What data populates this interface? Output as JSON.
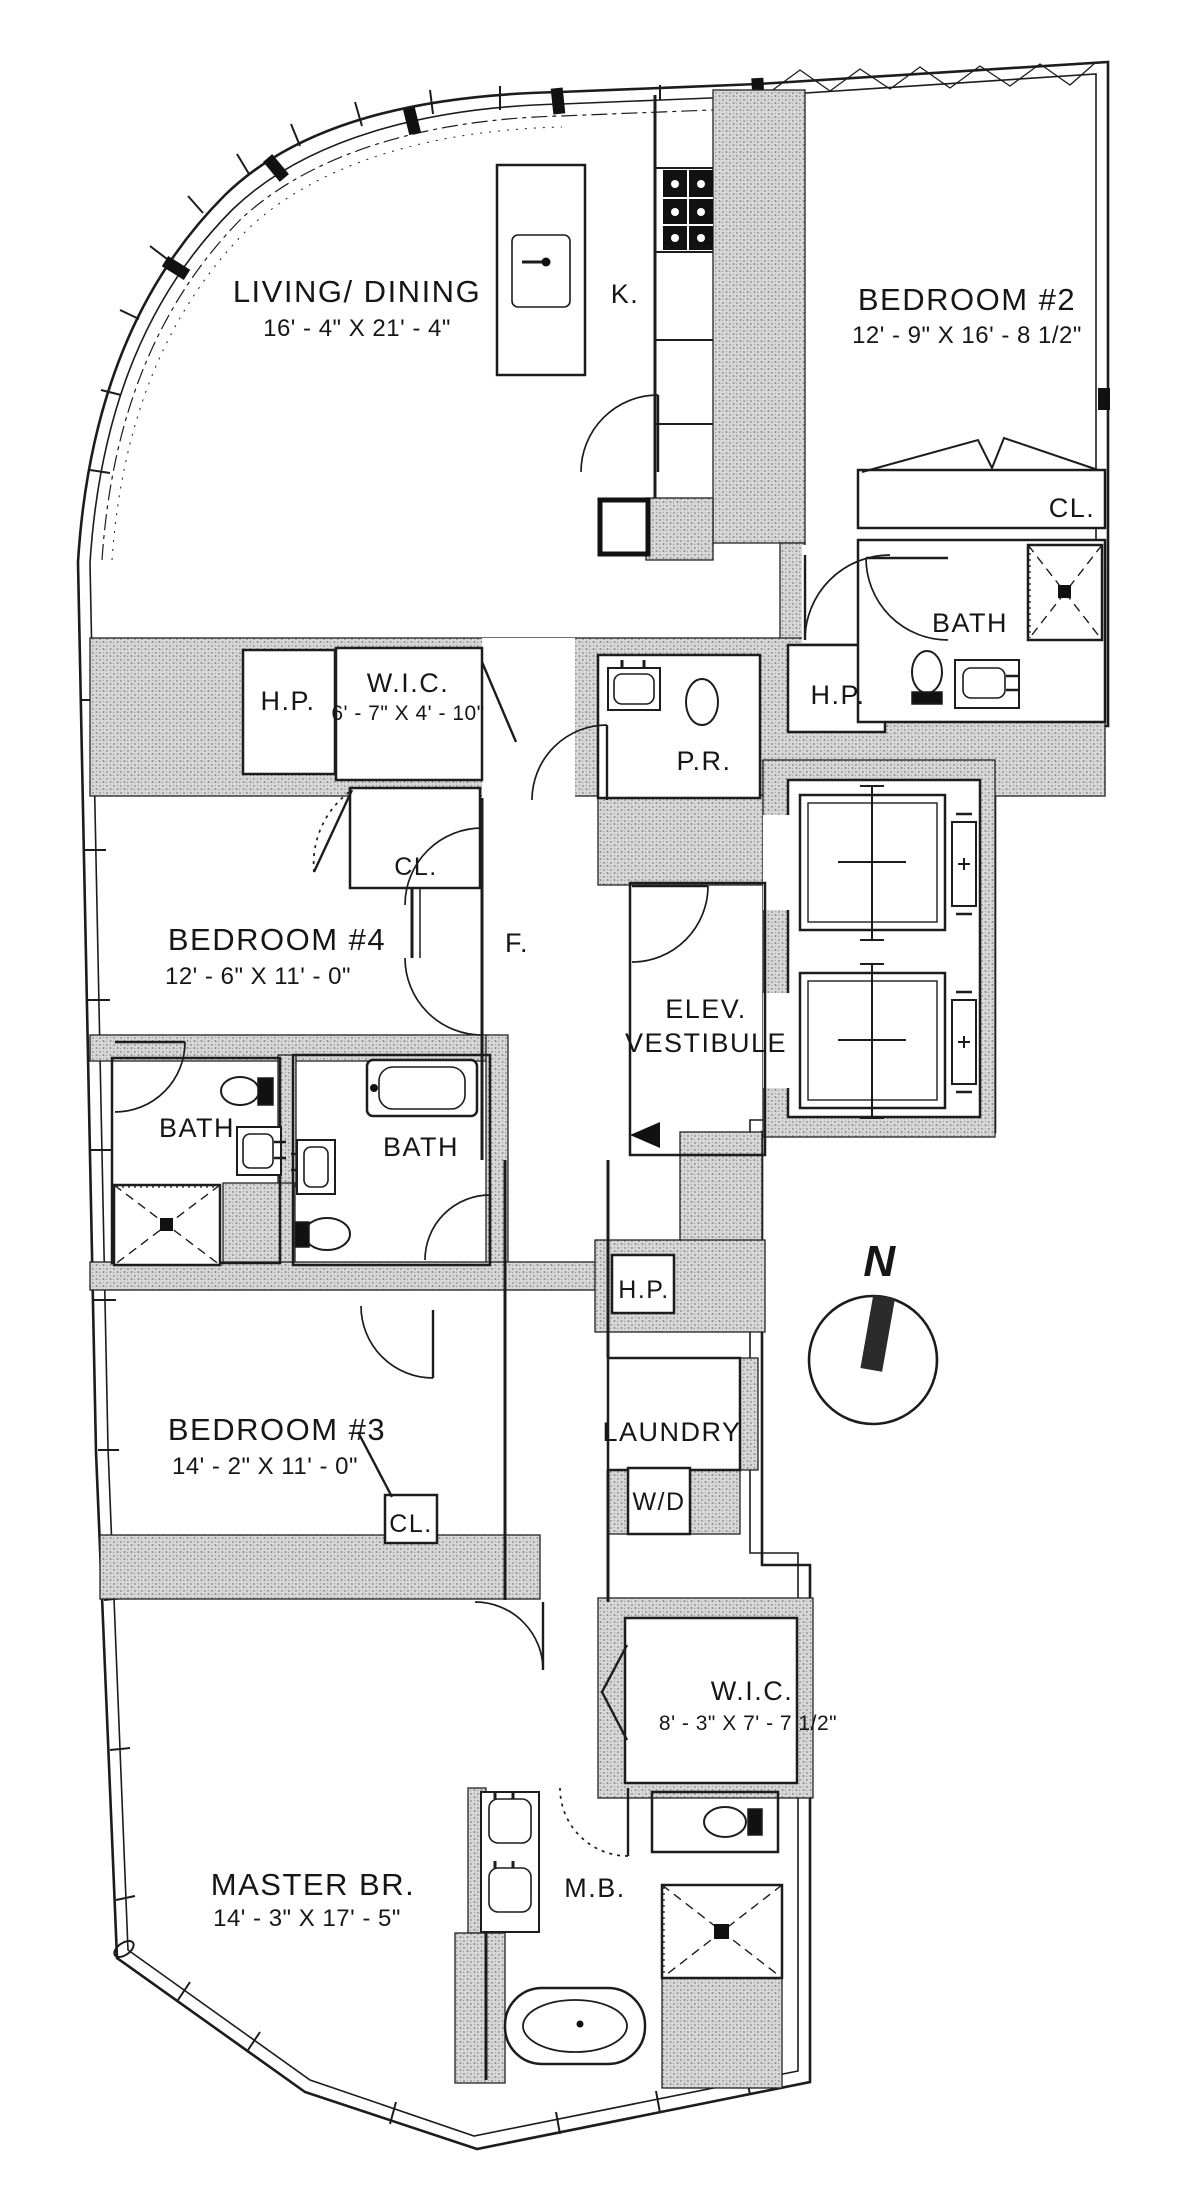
{
  "colors": {
    "line": "#1c1c1c",
    "wall_fill": "#d6d6d6",
    "paper": "#ffffff"
  },
  "compass": {
    "north_label": "N"
  },
  "rooms": {
    "living": {
      "name": "LIVING/ DINING",
      "dims": "16' - 4\" X 21' - 4\""
    },
    "kitchen": {
      "name": "K."
    },
    "bedroom2": {
      "name": "BEDROOM #2",
      "dims": "12' - 9\" X 16' - 8 1/2\""
    },
    "bedroom2_closet": {
      "name": "CL."
    },
    "bedroom2_bath": {
      "name": "BATH"
    },
    "bedroom2_hp": {
      "name": "H.P."
    },
    "hp_left": {
      "name": "H.P."
    },
    "wic_bedroom4": {
      "name": "W.I.C.",
      "dims": "6' - 7\" X 4' - 10\""
    },
    "powder_room": {
      "name": "P.R."
    },
    "bedroom4_closet": {
      "name": "CL."
    },
    "bedroom4": {
      "name": "BEDROOM #4",
      "dims": "12' - 6\" X 11' - 0\""
    },
    "foyer": {
      "name": "F."
    },
    "vestibule": {
      "line1": "ELEV.",
      "line2": "VESTIBULE"
    },
    "bath_left": {
      "name": "BATH"
    },
    "bath_right": {
      "name": "BATH"
    },
    "hp_hall": {
      "name": "H.P."
    },
    "bedroom3": {
      "name": "BEDROOM #3",
      "dims": "14' - 2\" X 11' - 0\""
    },
    "bedroom3_closet": {
      "name": "CL."
    },
    "laundry": {
      "name": "LAUNDRY"
    },
    "washer_dryer": {
      "name": "W/D"
    },
    "wic_master": {
      "name": "W.I.C.",
      "dims": "8' - 3\" X 7' - 7 1/2\""
    },
    "master": {
      "name": "MASTER BR.",
      "dims": "14' - 3\" X 17' - 5\""
    },
    "master_bath": {
      "name": "M.B."
    }
  }
}
